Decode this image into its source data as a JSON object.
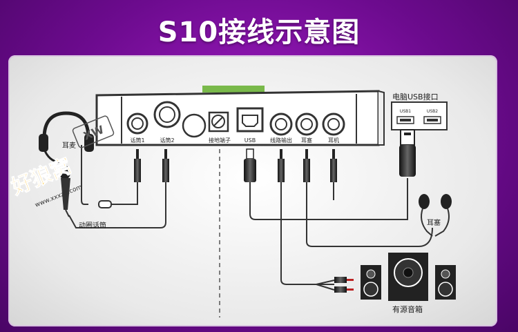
{
  "title": "S10接线示意图",
  "ports": {
    "mic1": "话筒1",
    "mic2": "话筒2",
    "ground": "接地端子",
    "usb": "USB",
    "line_out": "线路输出",
    "earphone": "耳塞",
    "headphone": "耳机"
  },
  "computer_usb": {
    "label": "电脑USB接口",
    "usb1": "USB1",
    "usb2": "USB2"
  },
  "devices": {
    "headset_label": "耳麦",
    "dynamic_mic_label": "动圈话筒",
    "earbuds_label": "耳塞",
    "speakers_label": "有源音箱"
  },
  "watermark": {
    "text": "好狼窝",
    "domain": "www.xxxzg.com",
    "badge": "XW"
  },
  "colors": {
    "background": "#7a0fa0",
    "panel": "#ececec",
    "device": "#333333",
    "accent_green": "#79b94a"
  }
}
